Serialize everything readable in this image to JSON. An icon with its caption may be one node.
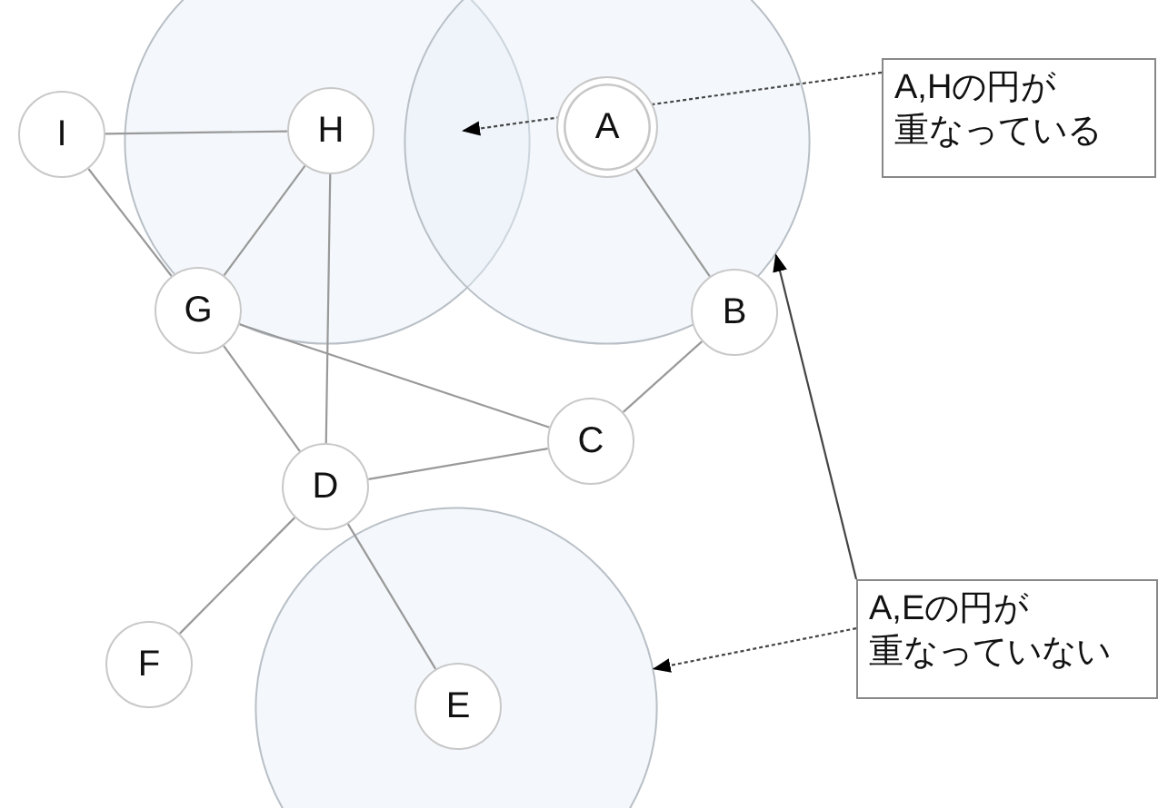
{
  "diagram": {
    "nodes": [
      {
        "text": [
          "I"
        ]
      },
      {
        "text": [],
        "shape": "circle"
      },
      {
        "text": [
          "H"
        ],
        "in": 1
      },
      {
        "text": [],
        "shape": "circle"
      },
      {
        "text": [
          "A"
        ],
        "in": 3
      },
      {
        "text": [
          "A,Hの円が重なっている"
        ]
      },
      {
        "text": [
          "G"
        ]
      },
      {
        "text": [
          "B"
        ]
      },
      {
        "text": [
          "C"
        ]
      },
      {
        "text": [
          "D"
        ]
      },
      {
        "text": [
          "F"
        ]
      },
      {
        "text": [],
        "shape": "circle"
      },
      {
        "text": [
          "E"
        ],
        "in": 11
      },
      {
        "text": [
          "A,Eの円が重なっていない"
        ]
      }
    ],
    "edges": [
      {
        "from": 0,
        "to": 2,
        "arrow": "none"
      },
      {
        "from": 0,
        "to": 6,
        "arrow": "none"
      },
      {
        "from": 2,
        "to": 6,
        "arrow": "none"
      },
      {
        "from": 2,
        "to": 9,
        "arrow": "none"
      },
      {
        "from": 4,
        "to": 7,
        "arrow": "none"
      },
      {
        "from": 7,
        "to": 8,
        "arrow": "none"
      },
      {
        "from": 6,
        "to": 8,
        "arrow": "none"
      },
      {
        "from": 6,
        "to": 9,
        "arrow": "none"
      },
      {
        "from": 9,
        "to": 8,
        "arrow": "none"
      },
      {
        "from": 9,
        "to": 10,
        "arrow": "none"
      },
      {
        "from": 9,
        "to": 12,
        "arrow": "none"
      },
      {
        "from": 5,
        "to": null,
        "arrow": "to",
        "style": "dashed"
      },
      {
        "from": 13,
        "to": 3,
        "arrow": "to"
      },
      {
        "from": 13,
        "to": 11,
        "arrow": "to",
        "style": "dashed"
      }
    ]
  }
}
